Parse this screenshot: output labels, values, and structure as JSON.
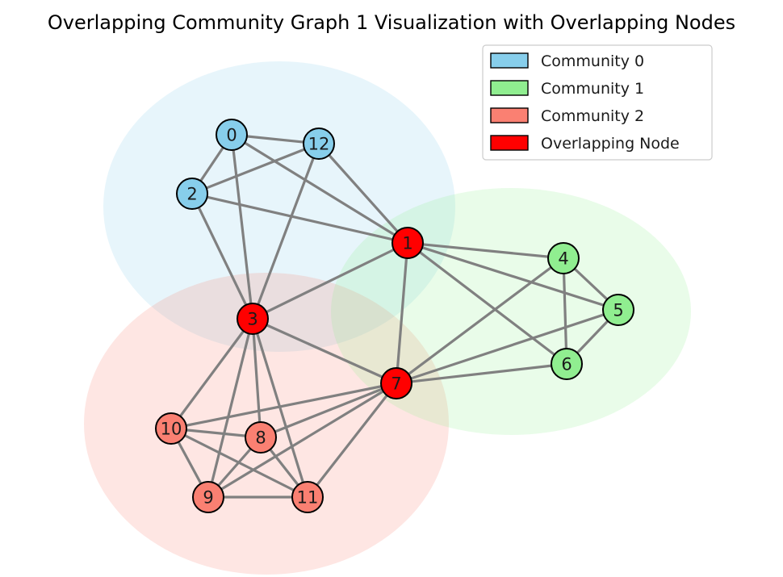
{
  "title": "Overlapping Community Graph 1 Visualization with Overlapping Nodes",
  "colors": {
    "community_0": "#87ceeb",
    "community_1": "#90ee90",
    "community_2": "#fa8072",
    "overlapping": "#ff0000",
    "edge": "#808080"
  },
  "legend": [
    {
      "label": "Community 0",
      "color": "#87ceeb"
    },
    {
      "label": "Community 1",
      "color": "#90ee90"
    },
    {
      "label": "Community 2",
      "color": "#fa8072"
    },
    {
      "label": "Overlapping Node",
      "color": "#ff0000"
    }
  ],
  "communities": [
    {
      "id": 0,
      "color": "#87ceeb"
    },
    {
      "id": 1,
      "color": "#90ee90"
    },
    {
      "id": 2,
      "color": "#fa8072"
    }
  ],
  "nodes": [
    {
      "label": "0",
      "community": 0
    },
    {
      "label": "12",
      "community": 0
    },
    {
      "label": "2",
      "community": 0
    },
    {
      "label": "1",
      "community": "overlap"
    },
    {
      "label": "3",
      "community": "overlap"
    },
    {
      "label": "4",
      "community": 1
    },
    {
      "label": "5",
      "community": 1
    },
    {
      "label": "6",
      "community": 1
    },
    {
      "label": "7",
      "community": "overlap"
    },
    {
      "label": "10",
      "community": 2
    },
    {
      "label": "8",
      "community": 2
    },
    {
      "label": "9",
      "community": 2
    },
    {
      "label": "11",
      "community": 2
    }
  ],
  "edges": [
    [
      "0",
      "12"
    ],
    [
      "0",
      "2"
    ],
    [
      "0",
      "1"
    ],
    [
      "0",
      "3"
    ],
    [
      "12",
      "2"
    ],
    [
      "12",
      "1"
    ],
    [
      "12",
      "3"
    ],
    [
      "2",
      "1"
    ],
    [
      "2",
      "3"
    ],
    [
      "1",
      "3"
    ],
    [
      "1",
      "7"
    ],
    [
      "1",
      "4"
    ],
    [
      "1",
      "5"
    ],
    [
      "1",
      "6"
    ],
    [
      "3",
      "7"
    ],
    [
      "3",
      "10"
    ],
    [
      "3",
      "8"
    ],
    [
      "3",
      "9"
    ],
    [
      "3",
      "11"
    ],
    [
      "4",
      "5"
    ],
    [
      "4",
      "6"
    ],
    [
      "4",
      "7"
    ],
    [
      "5",
      "6"
    ],
    [
      "5",
      "7"
    ],
    [
      "6",
      "7"
    ],
    [
      "7",
      "10"
    ],
    [
      "7",
      "8"
    ],
    [
      "7",
      "9"
    ],
    [
      "7",
      "11"
    ],
    [
      "10",
      "8"
    ],
    [
      "10",
      "9"
    ],
    [
      "10",
      "11"
    ],
    [
      "8",
      "9"
    ],
    [
      "8",
      "11"
    ],
    [
      "9",
      "11"
    ]
  ]
}
